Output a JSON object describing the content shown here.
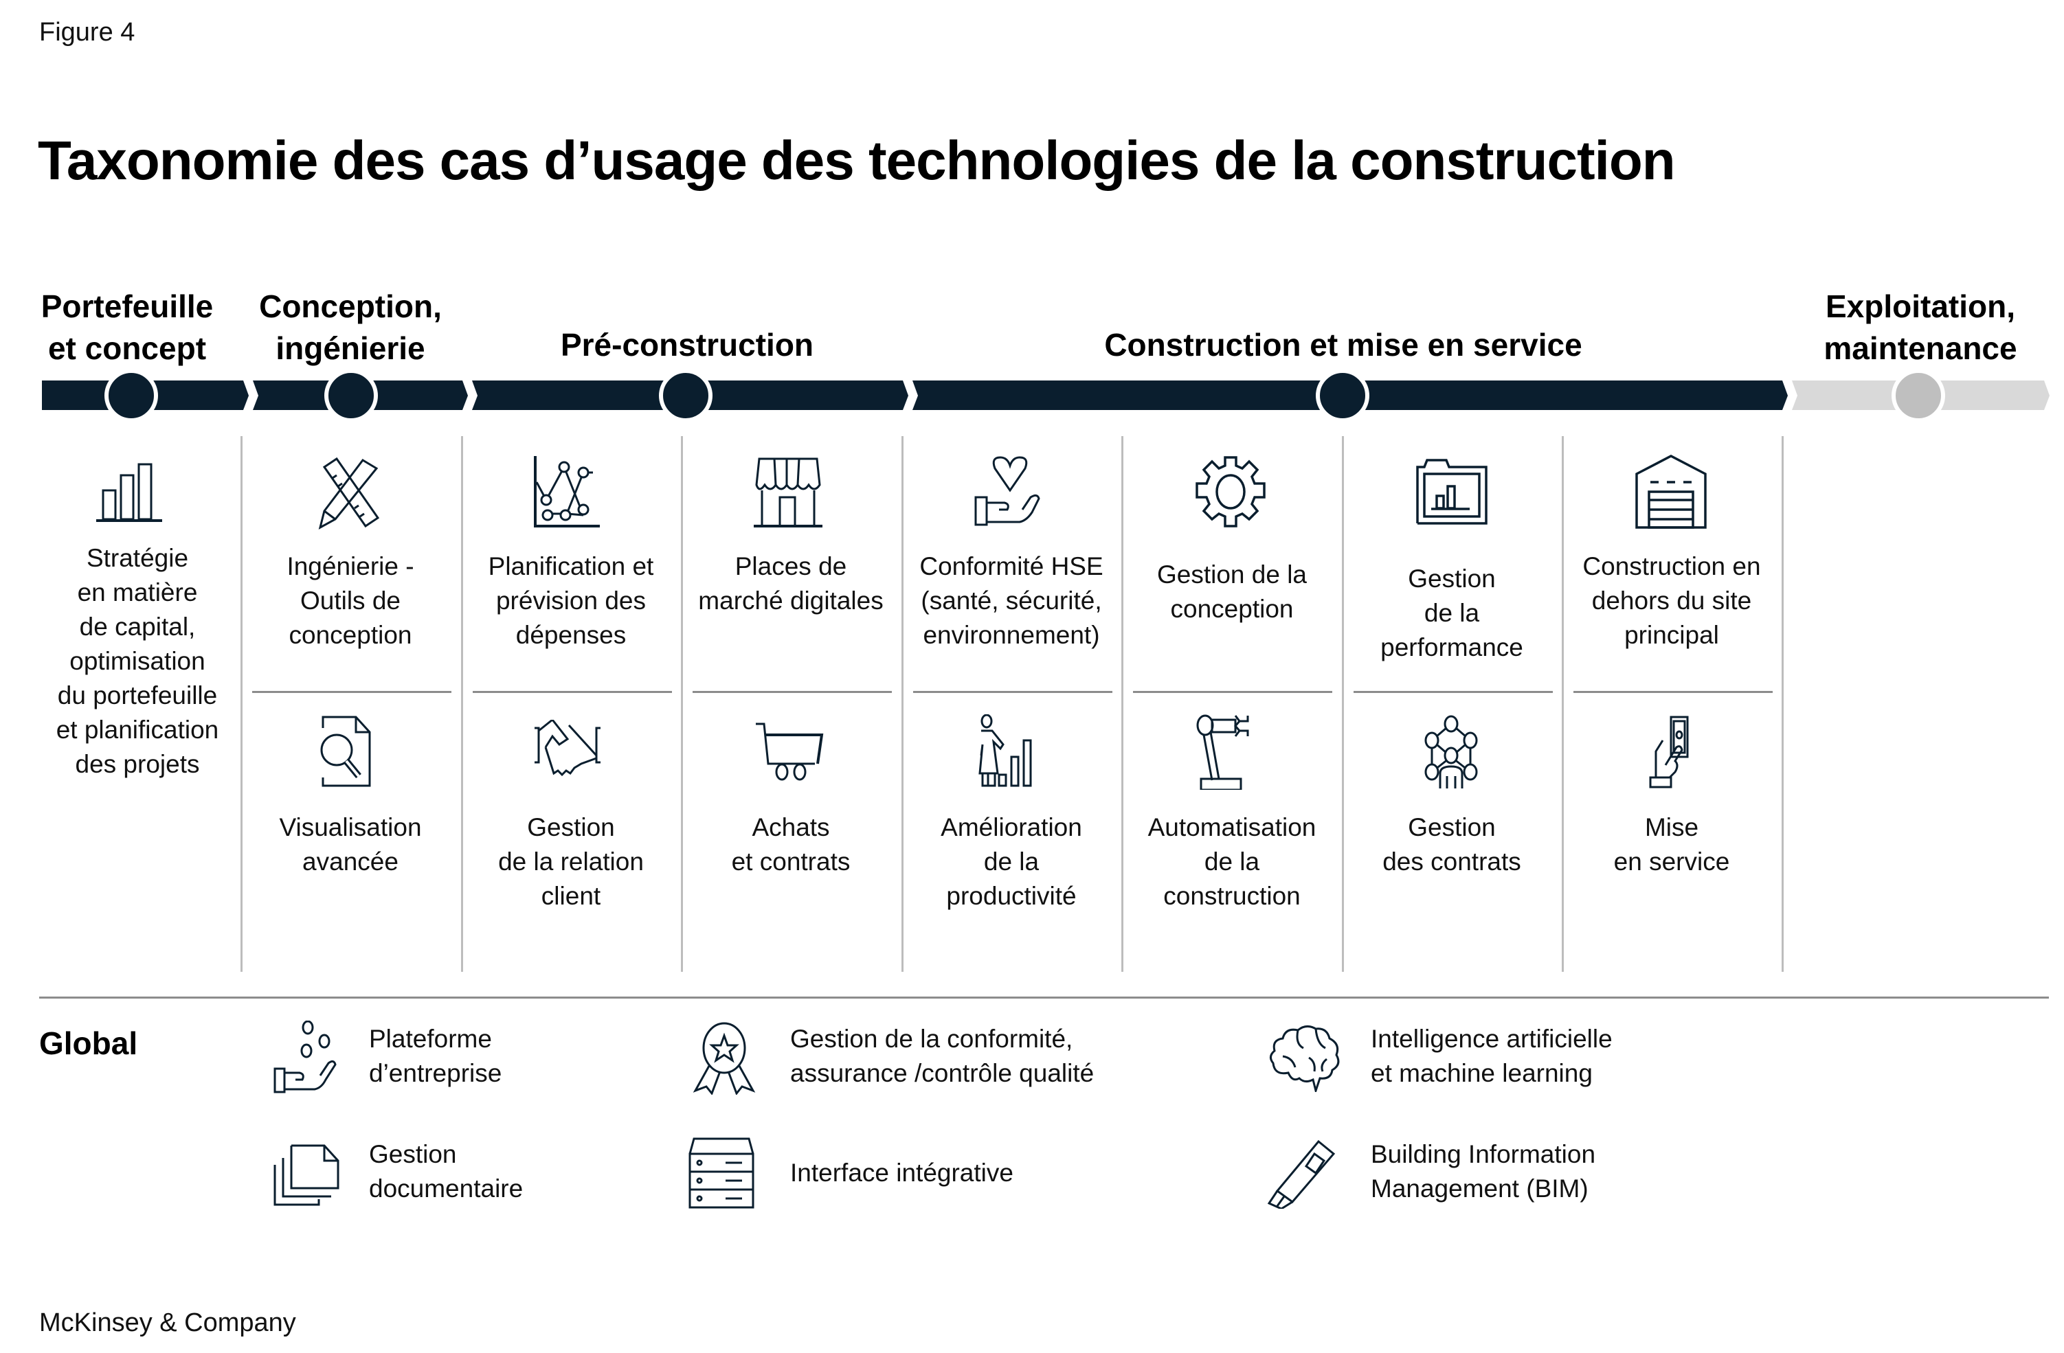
{
  "figure_label": "Figure 4",
  "title": "Taxonomie des cas d’usage des technologies de la construction",
  "colors": {
    "timeline_dark": "#0a1e2e",
    "timeline_light": "#d9d9d9",
    "milestone_light": "#bfbfbf",
    "divider": "#bdbdbd",
    "icon_stroke": "#0a1e2e"
  },
  "phases": [
    {
      "label_line1": "Portefeuille",
      "label_line2": "et concept",
      "state": "active"
    },
    {
      "label_line1": "Conception,",
      "label_line2": "ingénierie",
      "state": "active"
    },
    {
      "label_line1": "Pré-construction",
      "label_line2": "",
      "state": "active"
    },
    {
      "label_line1": "Construction et mise en service",
      "label_line2": "",
      "state": "active"
    },
    {
      "label_line1": "Exploitation,",
      "label_line2": "maintenance",
      "state": "inactive"
    }
  ],
  "columns": [
    {
      "top": {
        "icon": "bar-chart-icon",
        "lines": [
          "Stratégie",
          "en matière",
          "de capital,",
          "optimisation",
          "du portefeuille",
          "et planification",
          "des projets"
        ]
      },
      "bottom": null
    },
    {
      "top": {
        "icon": "ruler-pencil-icon",
        "lines": [
          "Ingénierie -",
          "Outils de",
          "conception"
        ]
      },
      "bottom": {
        "icon": "document-search-icon",
        "lines": [
          "Visualisation",
          "avancée"
        ]
      }
    },
    {
      "top": {
        "icon": "line-chart-icon",
        "lines": [
          "Planification et",
          "prévision des",
          "dépenses"
        ]
      },
      "bottom": {
        "icon": "handshake-icon",
        "lines": [
          "Gestion",
          "de la relation",
          "client"
        ]
      }
    },
    {
      "top": {
        "icon": "storefront-icon",
        "lines": [
          "Places de",
          "marché digitales"
        ]
      },
      "bottom": {
        "icon": "shopping-cart-icon",
        "lines": [
          "Achats",
          "et contrats"
        ]
      }
    },
    {
      "top": {
        "icon": "heart-hand-icon",
        "lines": [
          "Conformité HSE",
          "(santé, sécurité,",
          "environnement)"
        ]
      },
      "bottom": {
        "icon": "person-growth-chart-icon",
        "lines": [
          "Amélioration",
          "de la",
          "productivité"
        ]
      }
    },
    {
      "top": {
        "icon": "gear-icon",
        "lines": [
          "Gestion de la",
          "conception"
        ]
      },
      "bottom": {
        "icon": "robot-arm-icon",
        "lines": [
          "Automatisation",
          "de la",
          "construction"
        ]
      }
    },
    {
      "top": {
        "icon": "folder-chart-icon",
        "lines": [
          "Gestion",
          "de la",
          "performance"
        ]
      },
      "bottom": {
        "icon": "network-person-icon",
        "lines": [
          "Gestion",
          "des contrats"
        ]
      }
    },
    {
      "top": {
        "icon": "warehouse-icon",
        "lines": [
          "Construction en",
          "dehors du site",
          "principal"
        ]
      },
      "bottom": {
        "icon": "hand-banknote-icon",
        "lines": [
          "Mise",
          "en service"
        ]
      }
    }
  ],
  "global": {
    "title": "Global",
    "items": [
      {
        "icon": "hand-coins-icon",
        "lines": [
          "Plateforme",
          "d’entreprise"
        ]
      },
      {
        "icon": "award-ribbon-icon",
        "lines": [
          "Gestion de la conformité,",
          "assurance /contrôle qualité"
        ]
      },
      {
        "icon": "brain-icon",
        "lines": [
          "Intelligence artificielle",
          "et machine learning"
        ]
      },
      {
        "icon": "documents-stack-icon",
        "lines": [
          "Gestion",
          "documentaire"
        ]
      },
      {
        "icon": "server-rack-icon",
        "lines": [
          "Interface intégrative"
        ]
      },
      {
        "icon": "bim-pen-icon",
        "lines": [
          "Building Information",
          "Management (BIM)"
        ]
      }
    ]
  },
  "footer": "McKinsey & Company"
}
